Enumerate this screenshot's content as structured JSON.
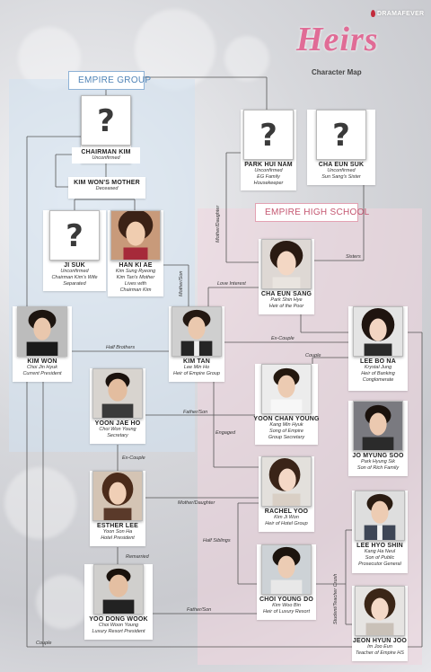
{
  "header": {
    "brand": "DRAMAFEVER",
    "title": "Heirs",
    "subtitle": "Character Map"
  },
  "groups": {
    "empire": "EMPIRE GROUP",
    "school": "EMPIRE HIGH SCHOOL"
  },
  "characters": {
    "chairman_kim": {
      "name": "CHAIRMAN KIM",
      "lines": [
        "Unconfirmed"
      ]
    },
    "kim_won_mother": {
      "name": "KIM WON'S MOTHER",
      "lines": [
        "Deceased"
      ]
    },
    "ji_suk": {
      "name": "JI SUK",
      "lines": [
        "Unconfirmed",
        "Chairman Kim's Wife",
        "Separated"
      ]
    },
    "han_ki_ae": {
      "name": "HAN KI AE",
      "lines": [
        "Kim Sung Ryeong",
        "Kim Tan's Mother",
        "Lives with",
        "Chairman Kim"
      ]
    },
    "park_hui_nam": {
      "name": "PARK HUI NAM",
      "lines": [
        "Unconfirmed",
        "EG Family",
        "Housekeeper"
      ]
    },
    "cha_eun_suk": {
      "name": "CHA EUN SUK",
      "lines": [
        "Unconfirmed",
        "Sun Sang's Sister"
      ]
    },
    "cha_eun_sang": {
      "name": "CHA EUN SANG",
      "lines": [
        "Park Shin Hye",
        "Heir of the Poor"
      ]
    },
    "kim_won": {
      "name": "KIM WON",
      "lines": [
        "Choi Jin Hyuk",
        "Current President"
      ]
    },
    "kim_tan": {
      "name": "KIM TAN",
      "lines": [
        "Lee Min Ho",
        "Heir of Empire Group"
      ]
    },
    "lee_bo_na": {
      "name": "LEE BO NA",
      "lines": [
        "Krystal Jung",
        "Heir of Banking",
        "Conglomerate"
      ]
    },
    "yoon_jae_ho": {
      "name": "YOON JAE HO",
      "lines": [
        "Choi Won Young",
        "Secretary"
      ]
    },
    "yoon_chan_young": {
      "name": "YOON CHAN YOUNG",
      "lines": [
        "Kang Min Hyuk",
        "Song of Empire",
        "Group Secretary"
      ]
    },
    "jo_myung_soo": {
      "name": "JO MYUNG SOO",
      "lines": [
        "Park Hyung Sik",
        "Son of Rich Family"
      ]
    },
    "esther_lee": {
      "name": "ESTHER LEE",
      "lines": [
        "Yoon Son Ha",
        "Hotel President"
      ]
    },
    "rachel_yoo": {
      "name": "RACHEL YOO",
      "lines": [
        "Kim Ji Won",
        "Heir of Hotel Group"
      ]
    },
    "lee_hyo_shin": {
      "name": "LEE HYO SHIN",
      "lines": [
        "Kang Ha Neul",
        "Son of Public",
        "Prosecutor General"
      ]
    },
    "yoo_dong_wook": {
      "name": "YOO DONG WOOK",
      "lines": [
        "Choi Woon Young",
        "Luxury Resort President"
      ]
    },
    "choi_young_do": {
      "name": "CHOI YOUNG DO",
      "lines": [
        "Kim Woo Bin",
        "Heir of Luxury Resort"
      ]
    },
    "jeon_hyun_joo": {
      "name": "JEON HYUN JOO",
      "lines": [
        "Im Joo Eun",
        "Teacher of Empire HS"
      ]
    }
  },
  "relations": {
    "mother_daughter_1": "Mother/Daughter",
    "sisters": "Sisters",
    "love_interest": "Love Interest",
    "mother_son": "Mother/Son",
    "half_brothers": "Half Brothers",
    "ex_couple_1": "Ex-Couple",
    "couple_1": "Couple",
    "father_son_1": "Father/Son",
    "engaged": "Engaged",
    "ex_couple_2": "Ex-Couple",
    "mother_daughter_2": "Mother/Daughter",
    "half_siblings": "Half Siblings",
    "remarried": "Remarried",
    "father_son_2": "Father/Son",
    "student_teacher": "Student/Teacher Crush",
    "couple_2": "Couple"
  },
  "question_mark": "?"
}
